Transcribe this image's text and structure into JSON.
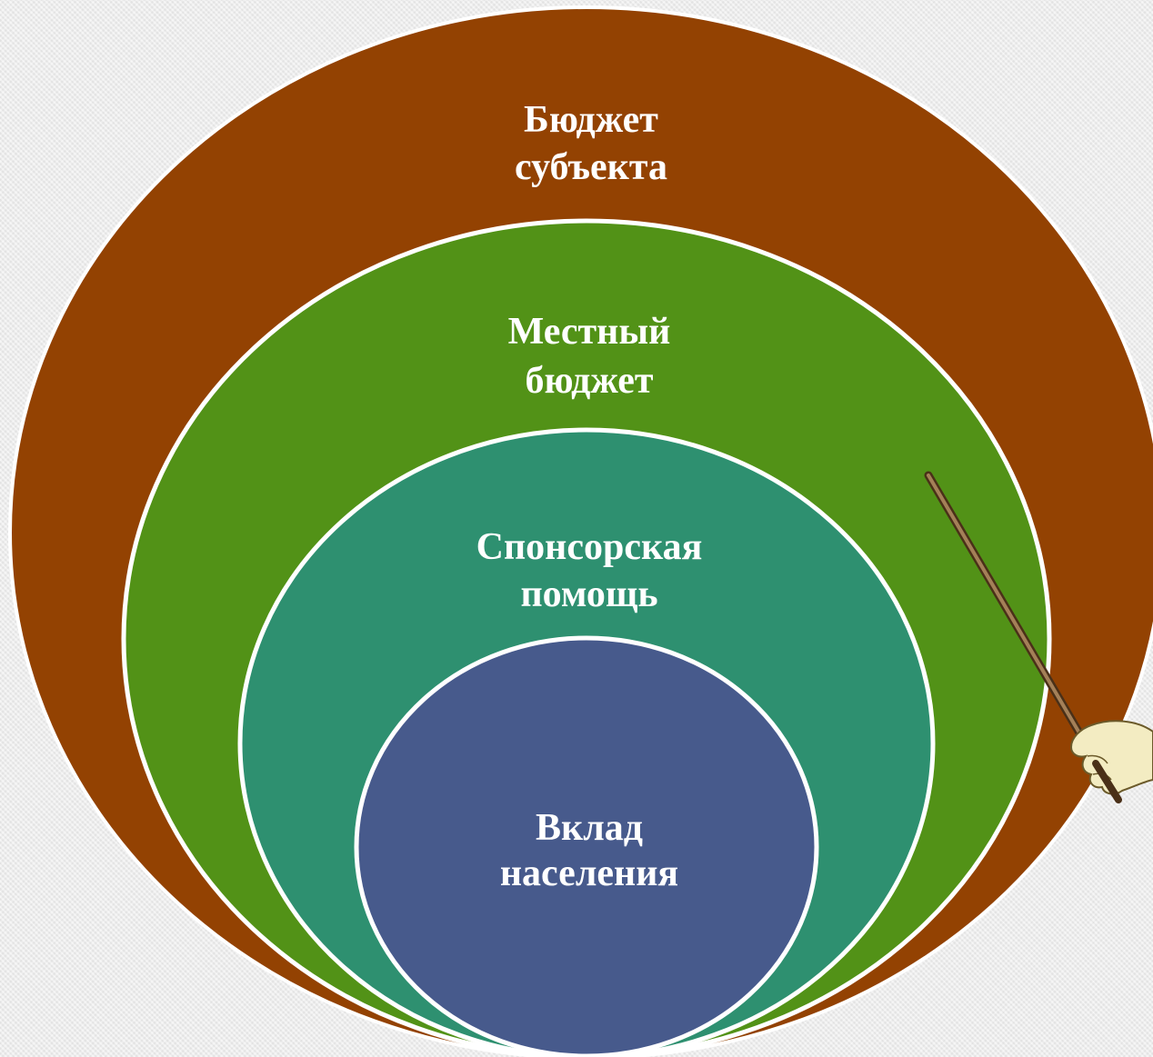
{
  "diagram": {
    "rings": [
      {
        "id": "subject-budget",
        "label_line1": "Бюджет",
        "label_line2": "субъекта",
        "color": "#934202"
      },
      {
        "id": "local-budget",
        "label_line1": "Местный",
        "label_line2": "бюджет",
        "color": "#529217"
      },
      {
        "id": "sponsor-help",
        "label_line1": "Спонсорская",
        "label_line2": "помощь",
        "color": "#2e9070"
      },
      {
        "id": "population-contribution",
        "label_line1": "Вклад",
        "label_line2": "населения",
        "color": "#475a8c"
      }
    ],
    "ring_stroke": "#ffffff",
    "decoration": "pointer-hand-icon"
  }
}
